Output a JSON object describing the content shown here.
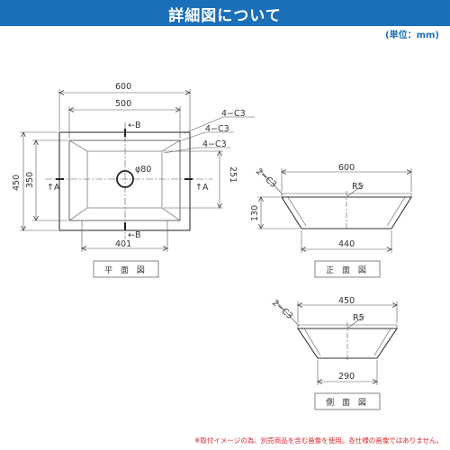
{
  "header": {
    "title": "詳細図について",
    "bg_color": "#1a6fb8",
    "text_color": "#ffffff"
  },
  "unit_note": "(単位：mm)",
  "plan_view": {
    "label": "平 面 図",
    "dim_overall_width": "600",
    "dim_inner_width": "500",
    "dim_overall_depth": "450",
    "dim_inner_depth": "350",
    "dim_right_depth": "251",
    "dim_bottom_width": "401",
    "drain_label": "φ80",
    "chamfer_labels": [
      "4−C3",
      "4−C3",
      "4−C3"
    ],
    "section_b_top": "B",
    "section_b_bottom": "B",
    "section_a_left": "A",
    "section_a_right": "A"
  },
  "front_view": {
    "label": "正 面 図",
    "dim_top_width": "600",
    "dim_bottom_width": "440",
    "dim_height": "130",
    "chamfer_label": "2−C3",
    "radius_label": "R5"
  },
  "side_view": {
    "label": "側 面 図",
    "dim_top_width": "450",
    "dim_bottom_width": "290",
    "chamfer_label": "2−C3",
    "radius_label": "R5"
  },
  "footnote": "※取付イメージの為、別売商品を含む画像を使用。各仕様の画像ではありません。",
  "footnote_color": "#d9262b"
}
